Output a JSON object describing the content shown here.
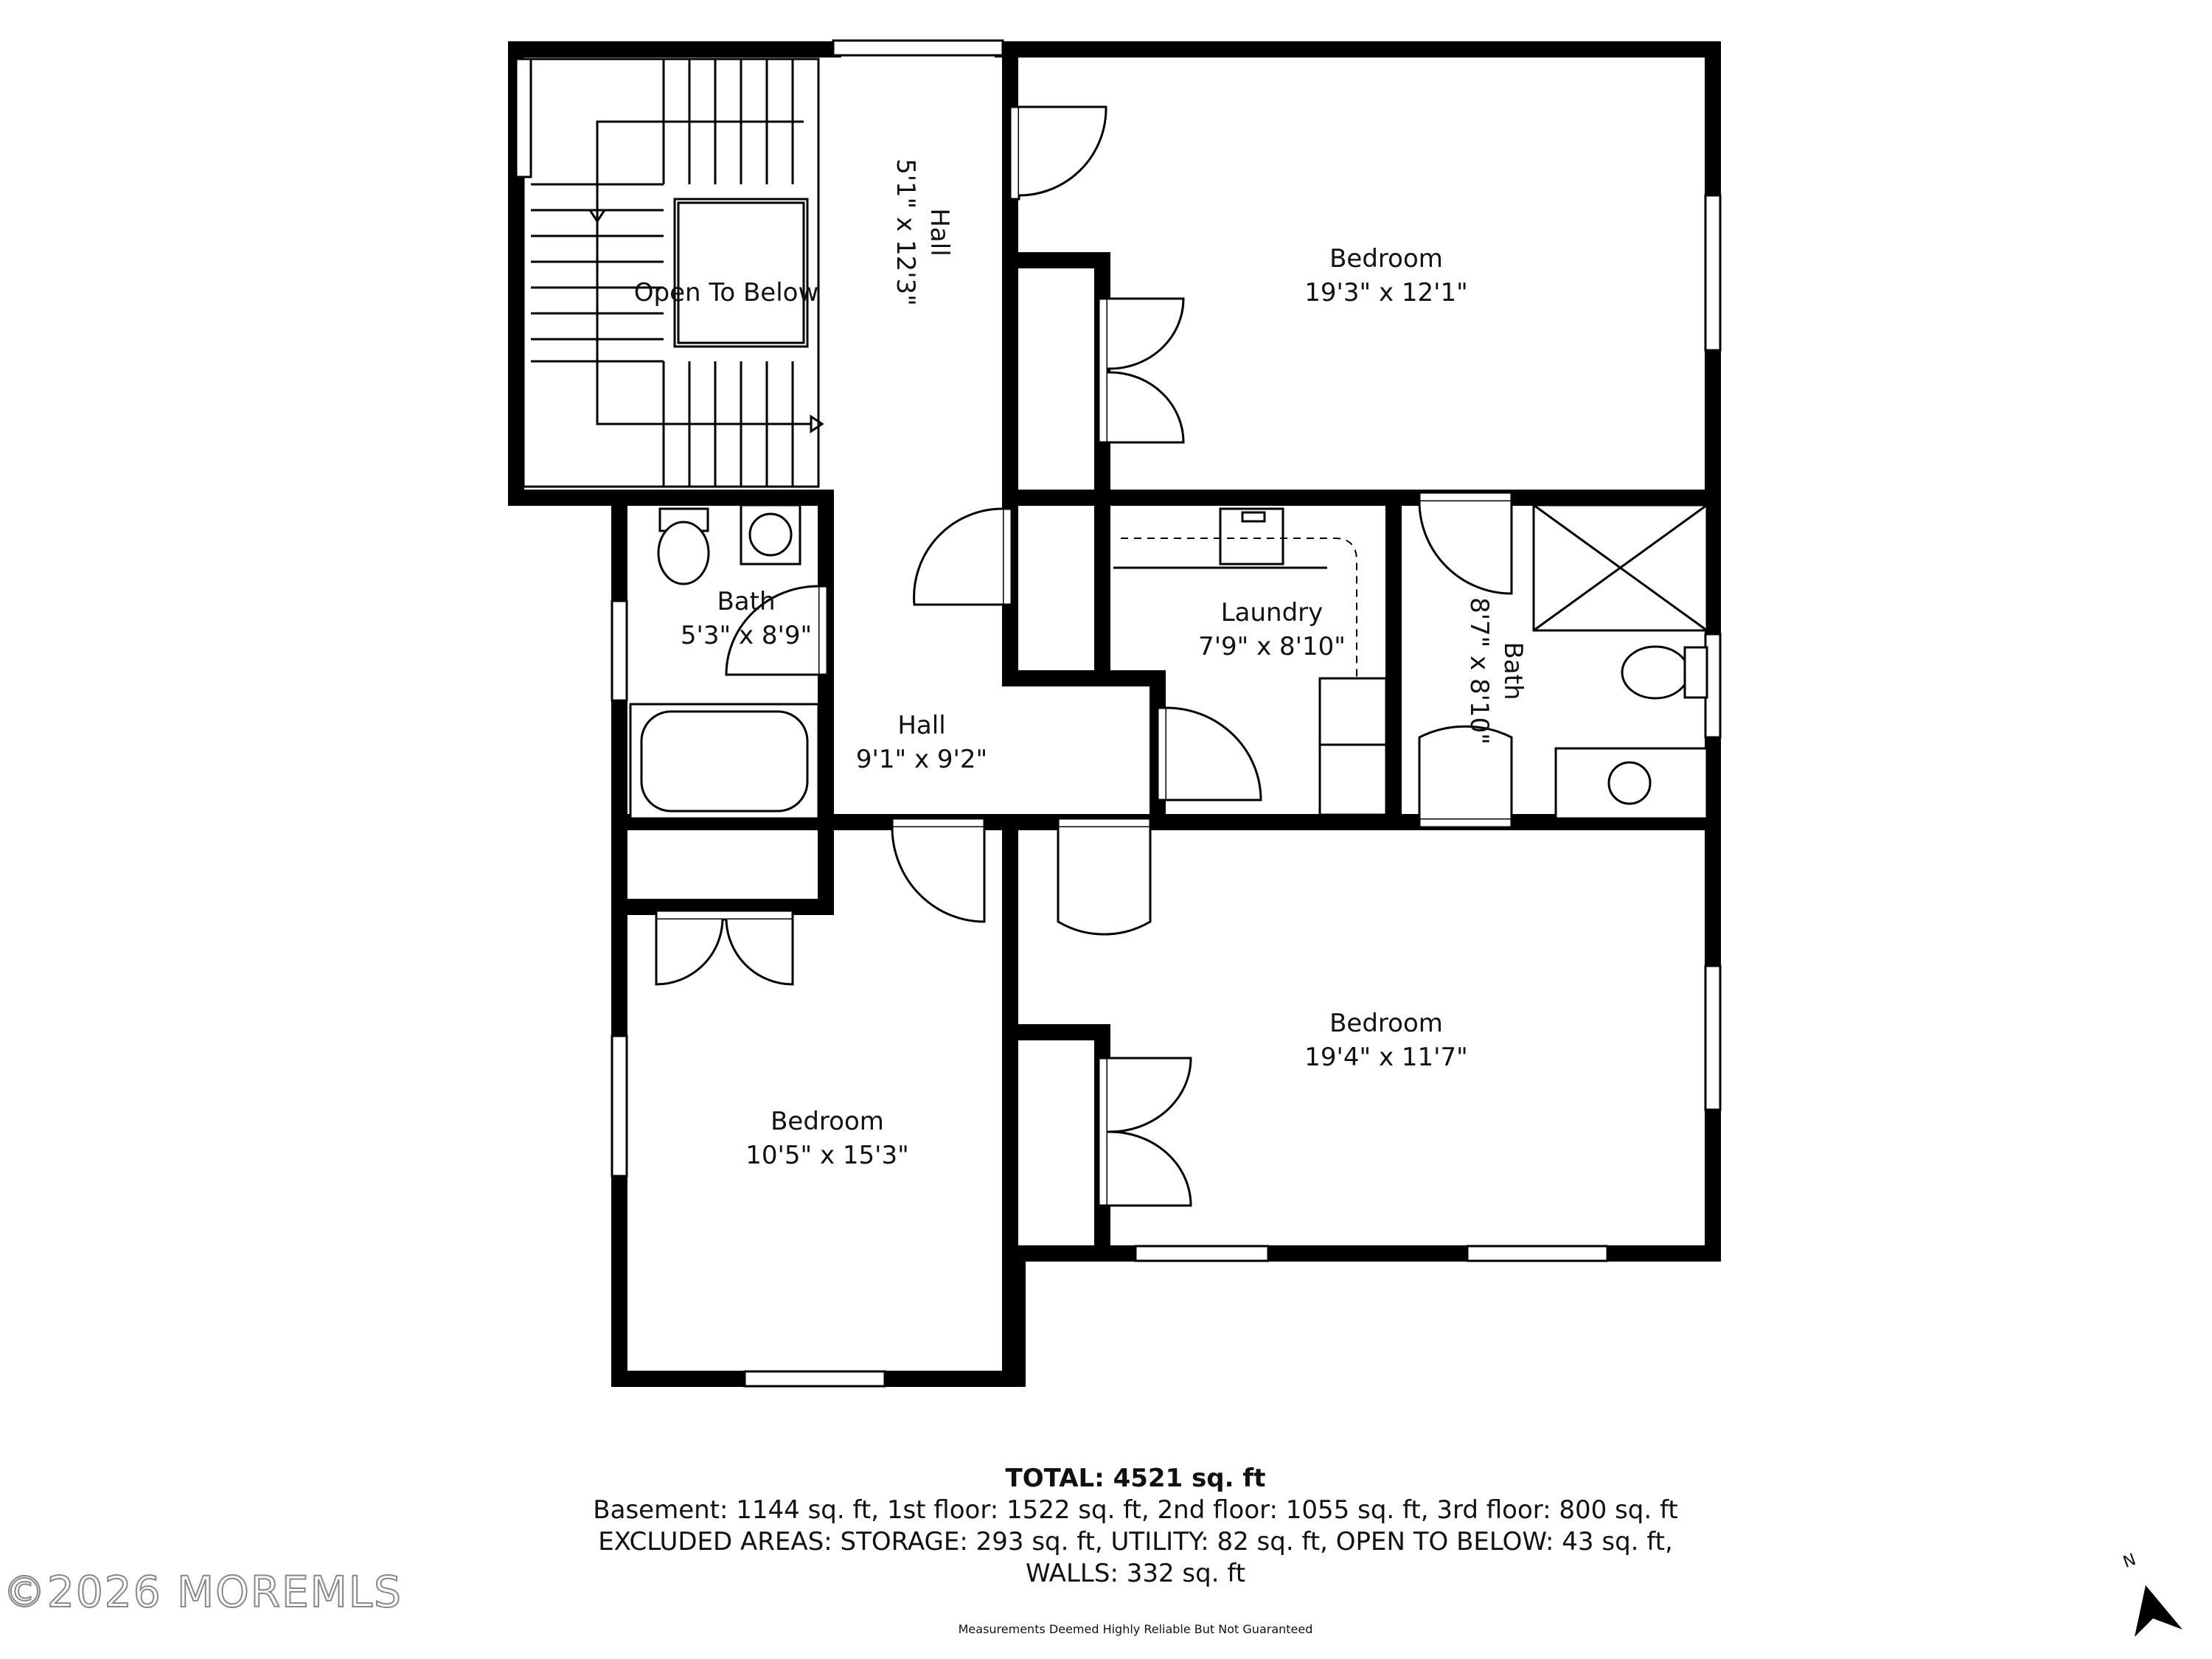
{
  "rooms": {
    "open_to_below": {
      "name": "Open To Below"
    },
    "hall_top": {
      "name": "Hall",
      "size": "5'1\" x 12'3\""
    },
    "bedroom_ne": {
      "name": "Bedroom",
      "size": "19'3\" x 12'1\""
    },
    "bath_w": {
      "name": "Bath",
      "size": "5'3\" x 8'9\""
    },
    "laundry": {
      "name": "Laundry",
      "size": "7'9\" x 8'10\""
    },
    "bath_e": {
      "name": "Bath",
      "size": "8'7\" x 8'10\""
    },
    "hall_mid": {
      "name": "Hall",
      "size": "9'1\" x 9'2\""
    },
    "bedroom_se": {
      "name": "Bedroom",
      "size": "19'4\" x 11'7\""
    },
    "bedroom_sw": {
      "name": "Bedroom",
      "size": "10'5\" x 15'3\""
    }
  },
  "footer": {
    "total": "TOTAL: 4521 sq. ft",
    "line1": "Basement: 1144 sq. ft, 1st floor: 1522 sq. ft, 2nd floor: 1055 sq. ft, 3rd floor: 800 sq. ft",
    "line2": "EXCLUDED AREAS: STORAGE: 293 sq. ft, UTILITY: 82 sq. ft, OPEN TO BELOW: 43 sq. ft,",
    "line3": "WALLS: 332 sq. ft",
    "disclaimer": "Measurements Deemed Highly Reliable But Not Guaranteed"
  },
  "watermark": "©2026 MOREMLS",
  "compass": {
    "label": "N"
  }
}
